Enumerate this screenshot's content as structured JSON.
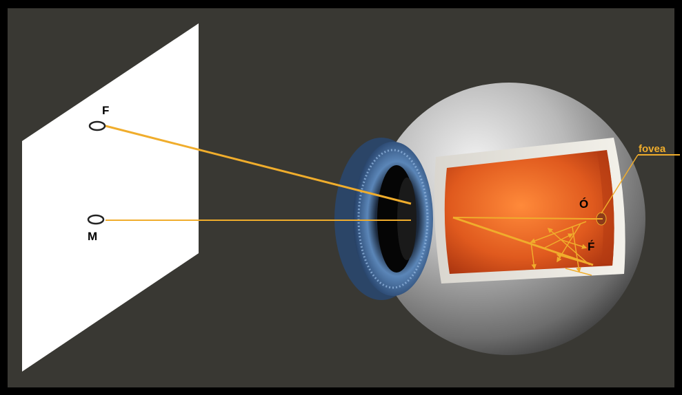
{
  "labels": {
    "point_f": "F",
    "point_m": "M",
    "point_o_prime": "Ó",
    "point_f_prime": "F́",
    "fovea": "fovea"
  },
  "colors": {
    "background": "#393833",
    "frame": "#000000",
    "screen": "#ffffff",
    "ray": "#f0ad2c",
    "fovea_label": "#f0ad2c",
    "iris": "#3d5f8c",
    "retina": "#d2461a",
    "sclera": "#9a9a9a"
  },
  "icons": {
    "eye": "eyeball-cross-section-illustration"
  }
}
